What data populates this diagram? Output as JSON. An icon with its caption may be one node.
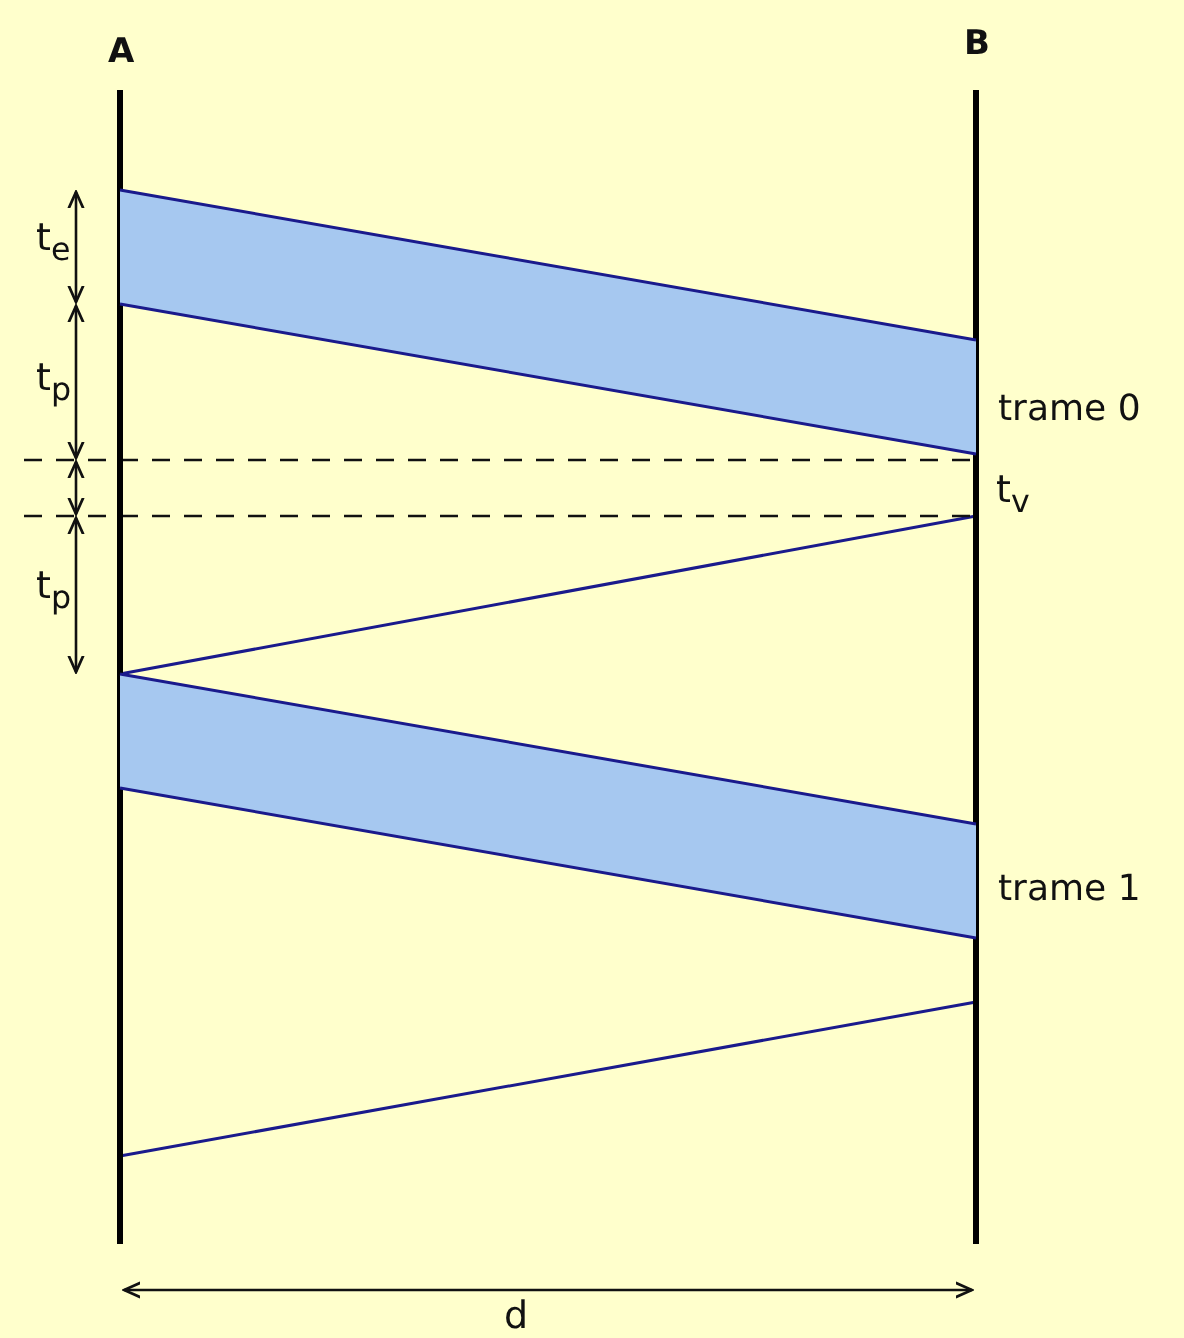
{
  "diagram": {
    "nodes": [
      {
        "text": [
          "A"
        ]
      },
      {
        "text": [
          "B"
        ]
      },
      {
        "text": [
          "trame 0"
        ]
      },
      {
        "text": [
          "trame 1"
        ]
      }
    ],
    "edges": [
      {
        "from": 1,
        "to": 0,
        "arrow": "none"
      },
      {
        "from": 1,
        "to": 0,
        "arrow": "none"
      }
    ],
    "labels": [
      "t$_{e}$",
      "t$_{p}$",
      "t$_{v}$",
      "t$_{p}$",
      "d"
    ]
  }
}
